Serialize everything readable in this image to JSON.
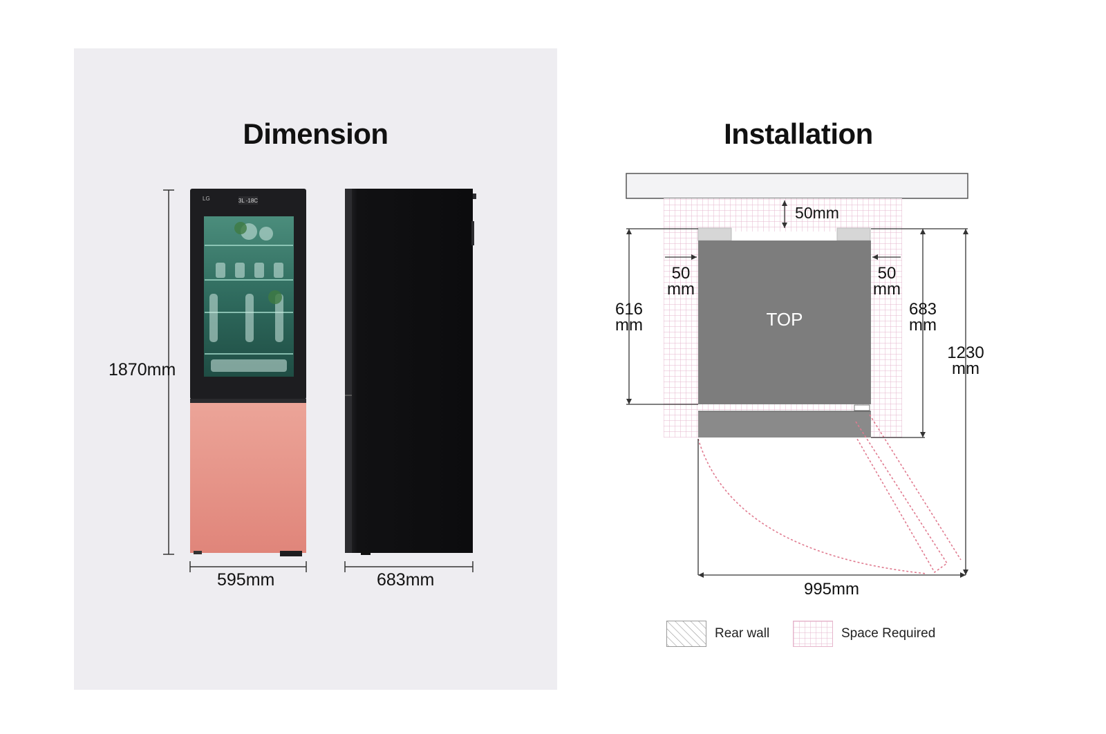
{
  "dimension": {
    "title": "Dimension",
    "height_label": "1870mm",
    "width_label": "595mm",
    "depth_label": "683mm",
    "display_text": "3L -18C",
    "brand": "LG"
  },
  "installation": {
    "title": "Installation",
    "top_gap": "50mm",
    "side_gap_left": {
      "value": "50",
      "unit": "mm"
    },
    "side_gap_right": {
      "value": "50",
      "unit": "mm"
    },
    "depth_body": {
      "value": "616",
      "unit": "mm"
    },
    "depth_total": {
      "value": "683",
      "unit": "mm"
    },
    "depth_open": {
      "value": "1230",
      "unit": "mm"
    },
    "width_open": "995mm",
    "top_label": "TOP"
  },
  "legend": {
    "rear_wall": "Rear wall",
    "space_required": "Space Required"
  },
  "colors": {
    "panel_bg": "#eeedf1",
    "fridge_body": "#1a1a1c",
    "door_pink": "#e88b7e",
    "glass_interior": "#2f6b5e",
    "top_gray": "#7d7d7d",
    "space_required_pink": "#e6b6cc"
  }
}
